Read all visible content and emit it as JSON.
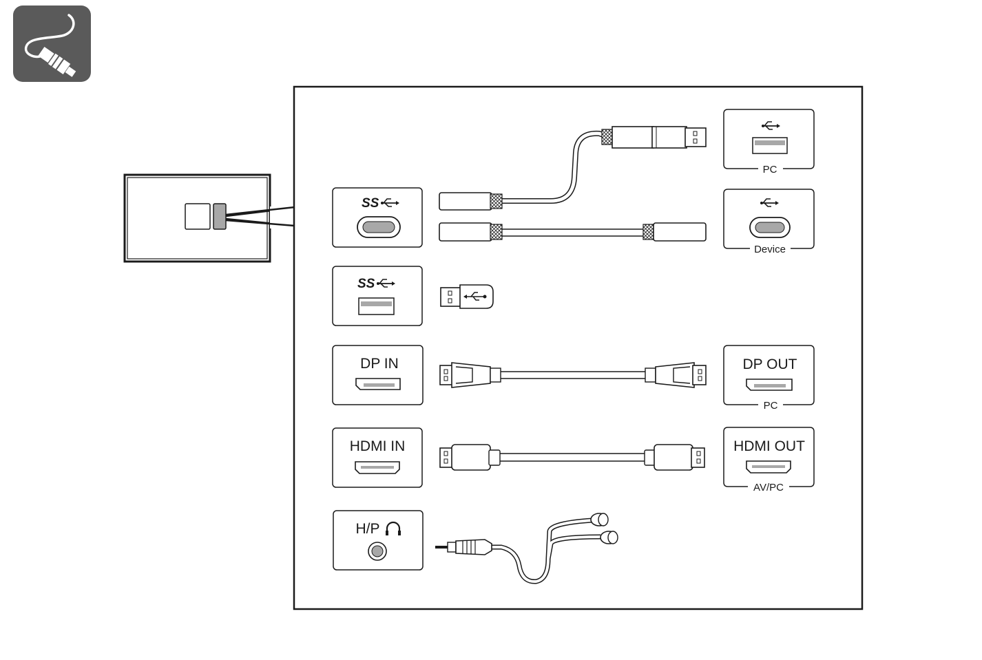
{
  "icons": {
    "badge": "connection-cable-icon",
    "usb": "usb-trident-icon",
    "headphone": "headphone-icon"
  },
  "colors": {
    "badge_bg": "#5a5a5a",
    "line": "#1a1a1a",
    "highlight_port": "#a8a8a8"
  },
  "monitor_ports": [
    {
      "id": "usb-c",
      "symbol": "SS",
      "connector": "usb-c"
    },
    {
      "id": "usb-a",
      "symbol": "SS",
      "connector": "usb-a"
    },
    {
      "id": "dp-in",
      "label": "DP IN",
      "connector": "displayport"
    },
    {
      "id": "hdmi-in",
      "label": "HDMI IN",
      "connector": "hdmi"
    },
    {
      "id": "hp",
      "label": "H/P",
      "connector": "audio-jack"
    }
  ],
  "devices": [
    {
      "id": "pc-usb",
      "caption": "PC",
      "connector": "usb-a"
    },
    {
      "id": "device-usbc",
      "caption": "Device",
      "connector": "usb-c"
    },
    {
      "id": "pc-dp",
      "label": "DP OUT",
      "caption": "PC",
      "connector": "displayport"
    },
    {
      "id": "avpc-hdmi",
      "label": "HDMI OUT",
      "caption": "AV/PC",
      "connector": "hdmi"
    }
  ]
}
